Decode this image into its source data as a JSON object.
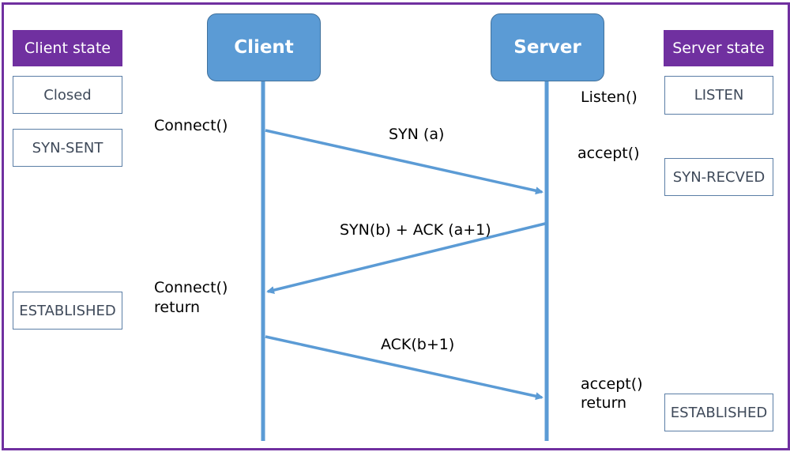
{
  "headers": {
    "client_state": "Client state",
    "server_state": "Server state"
  },
  "actors": {
    "client": "Client",
    "server": "Server"
  },
  "client_states": [
    "Closed",
    "SYN-SENT",
    "ESTABLISHED"
  ],
  "server_states": [
    "LISTEN",
    "SYN-RECVED",
    "ESTABLISHED"
  ],
  "client_calls": {
    "connect": "Connect()",
    "connect_return_1": "Connect()",
    "connect_return_2": "return"
  },
  "server_calls": {
    "listen": "Listen()",
    "accept": "accept()",
    "accept_return_1": "accept()",
    "accept_return_2": "return"
  },
  "messages": {
    "syn": "SYN (a)",
    "syn_ack": "SYN(b) + ACK (a+1)",
    "ack": "ACK(b+1)"
  },
  "colors": {
    "frame": "#7030a0",
    "header_fill": "#7030a0",
    "actor_fill": "#5b9bd5",
    "lifeline": "#5b9bd5",
    "arrow": "#5b9bd5",
    "state_border": "#5b7ea6"
  }
}
